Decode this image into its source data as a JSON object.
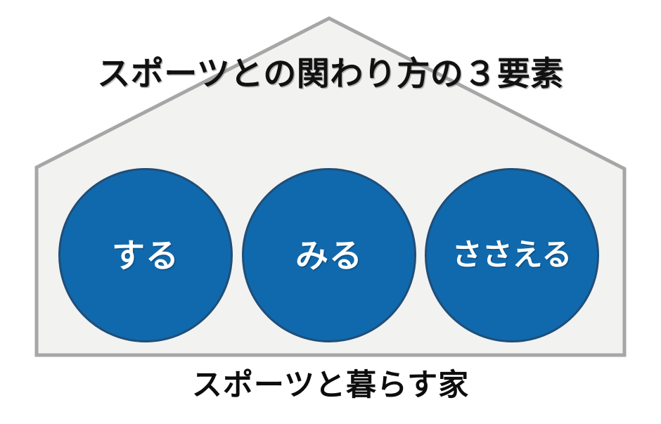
{
  "diagram": {
    "title": "スポーツとの関わり方の３要素",
    "caption": "スポーツと暮らす家",
    "shape_name": "house",
    "colors": {
      "house_fill": "#F2F2F1",
      "house_stroke": "#A6A6A6",
      "circle_fill": "#1069AC",
      "circle_stroke": "#1F4E79",
      "circle_text": "#FFFFFF",
      "title_text": "#111111",
      "caption_text": "#0D0D0D",
      "background": "#FFFFFF"
    },
    "elements": [
      {
        "id": "suru",
        "label": "する",
        "index": 1
      },
      {
        "id": "miru",
        "label": "みる",
        "index": 2
      },
      {
        "id": "sasaeru",
        "label": "ささえる",
        "index": 3
      }
    ]
  }
}
